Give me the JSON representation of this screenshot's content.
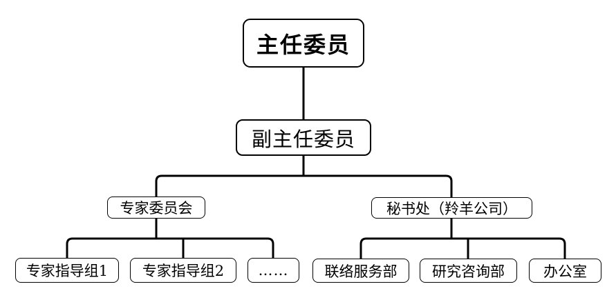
{
  "diagram": {
    "type": "org-chart",
    "background_color": "#ffffff",
    "line_color": "#000000",
    "box_border_color": "#000000",
    "box_fill_color": "#ffffff",
    "nodes": {
      "chairman": {
        "label": "主任委员",
        "level": 1
      },
      "vice_chairman": {
        "label": "副主任委员",
        "level": 2
      },
      "expert_committee": {
        "label": "专家委员会",
        "level": 3
      },
      "secretariat": {
        "label": "秘书处（羚羊公司）",
        "level": 3
      },
      "expert_group1": {
        "label": "专家指导组1",
        "level": 4
      },
      "expert_group2": {
        "label": "专家指导组2",
        "level": 4
      },
      "more_groups": {
        "label": "……",
        "level": 4
      },
      "liaison_service_dept": {
        "label": "联络服务部",
        "level": 4
      },
      "research_consulting_dept": {
        "label": "研究咨询部",
        "level": 4
      },
      "office": {
        "label": "办公室",
        "level": 4
      }
    },
    "edges": [
      [
        "chairman",
        "vice_chairman"
      ],
      [
        "vice_chairman",
        "expert_committee"
      ],
      [
        "vice_chairman",
        "secretariat"
      ],
      [
        "expert_committee",
        "expert_group1"
      ],
      [
        "expert_committee",
        "expert_group2"
      ],
      [
        "expert_committee",
        "more_groups"
      ],
      [
        "secretariat",
        "liaison_service_dept"
      ],
      [
        "secretariat",
        "research_consulting_dept"
      ],
      [
        "secretariat",
        "office"
      ]
    ]
  }
}
